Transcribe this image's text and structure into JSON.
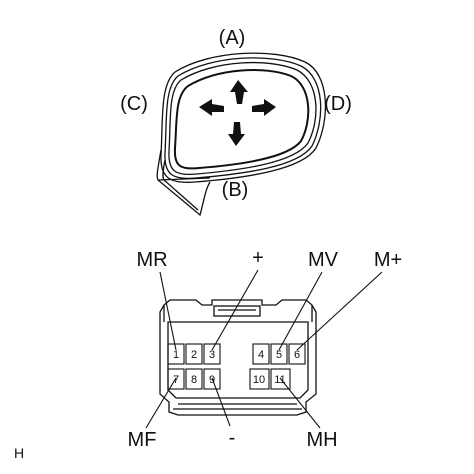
{
  "mirror": {
    "labels": {
      "a": "(A)",
      "b": "(B)",
      "c": "(C)",
      "d": "(D)"
    }
  },
  "connector": {
    "pins_top": [
      "1",
      "2",
      "3",
      "4",
      "5",
      "6"
    ],
    "pins_bottom": [
      "7",
      "8",
      "9",
      "10",
      "11"
    ],
    "labels": {
      "mr": "MR",
      "plus": "+",
      "mv": "MV",
      "m_plus": "M+",
      "mf": "MF",
      "minus": "-",
      "mh": "MH"
    }
  },
  "corner_mark": "H"
}
